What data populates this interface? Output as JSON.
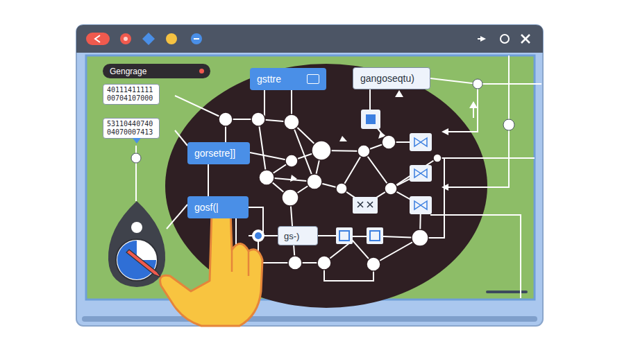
{
  "diagram": {
    "nodes": [
      {
        "text": [
          "Gengrage"
        ]
      },
      {
        "text": [
          "40111411111 00704107000"
        ]
      },
      {
        "text": [
          "53110440740 04070007413"
        ]
      },
      {
        "text": [
          "gsttre"
        ]
      },
      {
        "text": [
          "gangoseqtu)"
        ]
      },
      {
        "text": [
          "gorsetre]]"
        ]
      },
      {
        "text": [
          "gosf(|"
        ]
      },
      {
        "text": [
          "gs-)"
        ]
      }
    ],
    "edges": [
      {
        "from": 5,
        "to": 6,
        "arrow": "none"
      },
      {
        "from": 6,
        "to": 7,
        "arrow": "none"
      }
    ]
  }
}
